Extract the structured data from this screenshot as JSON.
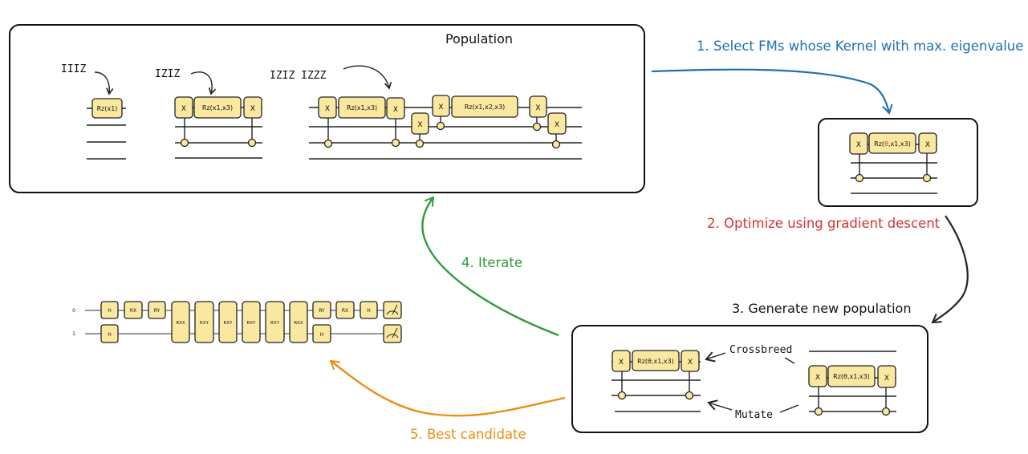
{
  "population_box": {
    "title": "Population",
    "labels": [
      "IIIZ",
      "IZIZ",
      "IZIZ IZZZ"
    ],
    "gates": {
      "rz_x1": "Rz(x1)",
      "rz_x1_x3": "Rz(x1,x3)",
      "rz_x1_x2_x3": "Rz(x1,x2,x3)",
      "x": "X"
    }
  },
  "selected_box": {
    "gate_prefix": "Rz(",
    "gate_param": "θ",
    "gate_suffix": ",x1,x3)",
    "x": "X"
  },
  "new_population_box": {
    "title": "3. Generate new population",
    "gate": "Rz(θ,x1,x3)",
    "x": "X",
    "crossbreed": "Crossbreed",
    "mutate": "Mutate"
  },
  "steps": {
    "step1": "1. Select FMs whose Kernel with max. eigenvalue",
    "step2": "2. Optimize using gradient descent",
    "step4": "4. Iterate",
    "step5": "5. Best candidate"
  },
  "final_circuit": {
    "qubit_labels": [
      "0",
      "1"
    ],
    "row0_before": [
      "H",
      "RX",
      "RY"
    ],
    "row1_before": [
      "H"
    ],
    "two_qubit": [
      "RXX",
      "RXY",
      "RXY",
      "RXY",
      "RXY",
      "RXX"
    ],
    "row0_after": [
      "RY",
      "RX",
      "H"
    ],
    "row1_after": [
      "H"
    ]
  },
  "colors": {
    "step1": "#1f6fb5",
    "step2": "#d63232",
    "step4": "#2e9a3c",
    "step5": "#eb8d12",
    "gate_fill": "#fbe8a0",
    "param": "#e03030"
  }
}
